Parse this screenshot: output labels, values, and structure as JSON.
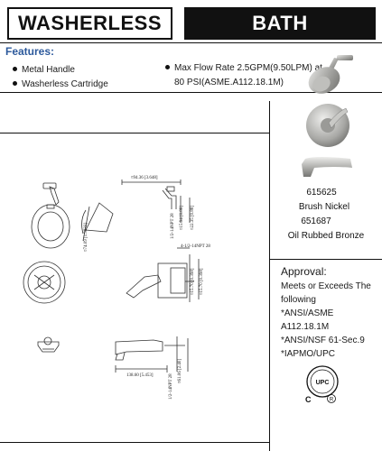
{
  "header": {
    "left_title": "WASHERLESS",
    "right_title": "BATH"
  },
  "features": {
    "title": "Features:",
    "left_items": [
      "Metal Handle",
      "Washerless Cartridge"
    ],
    "right_item_line1": "Max Flow Rate 2.5GPM(9.50LPM) at",
    "right_item_line2": "80 PSI(ASME.A112.18.1M)"
  },
  "product": {
    "model": "615625",
    "finish1": "Brush Nickel",
    "model2": "651687",
    "finish2": "Oil Rubbed Bronze"
  },
  "approval": {
    "title": "Approval:",
    "line1": "Meets or Exceeds The",
    "line2": "following",
    "items": [
      "*ANSI/ASME A112.18.1M",
      "*ANSI/NSF 61-Sec.9",
      "*IAPMO/UPC"
    ]
  },
  "certification": {
    "logo_text": "UPC",
    "c_mark": "C",
    "r_mark": "R"
  },
  "drawing": {
    "dims": {
      "arm_len": "¤94.36 [3.648]",
      "d1": "¤15.94 [0.88]",
      "d2": "¤22.35 [0.88]",
      "d3": "1/2-14NPT 28",
      "head_dia": "¤74.09 [1.9833]",
      "valve_npt": "4-1/2-14NPT 28",
      "valve_a": "¤15.70 [0.398]",
      "valve_b": "¤15.70 [0.398]",
      "spout_len": "138.60 [5.453]",
      "spout_a": "¤61.06 [2.40]",
      "spout_npt": "1/2-14NPT 28"
    }
  }
}
